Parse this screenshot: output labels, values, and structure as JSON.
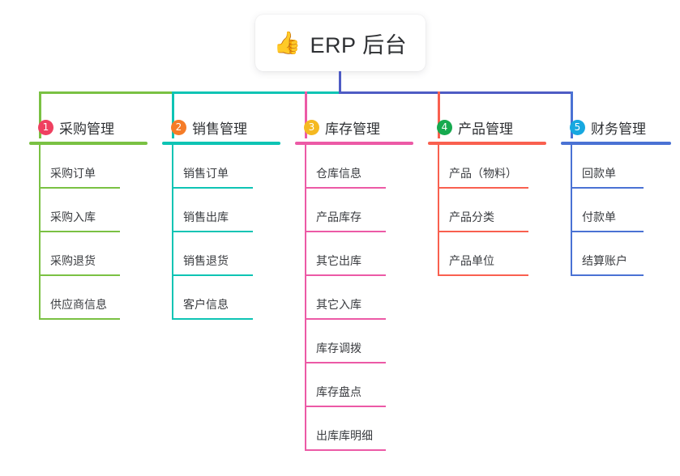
{
  "root": {
    "icon": "thumbs-up-icon",
    "emoji": "👍",
    "title": "ERP 后台"
  },
  "theme": {
    "canvas_bg": "#eff8ea",
    "page_bg": "#ffffff",
    "card_bg": "#ffffff",
    "title_text": "#2e3033",
    "stem_color": "#4e5bc4"
  },
  "columns": [
    {
      "number": "1",
      "title": "采购管理",
      "badge_color": "#ef4060",
      "line_color": "#7ac143",
      "items": [
        "采购订单",
        "采购入库",
        "采购退货",
        "供应商信息"
      ]
    },
    {
      "number": "2",
      "title": "销售管理",
      "badge_color": "#f57c28",
      "line_color": "#0ec4b4",
      "items": [
        "销售订单",
        "销售出库",
        "销售退货",
        "客户信息"
      ]
    },
    {
      "number": "3",
      "title": "库存管理",
      "badge_color": "#f5b921",
      "line_color": "#ec5aa6",
      "items": [
        "仓库信息",
        "产品库存",
        "其它出库",
        "其它入库",
        "库存调拨",
        "库存盘点",
        "出库库明细"
      ]
    },
    {
      "number": "4",
      "title": "产品管理",
      "badge_color": "#16aa4f",
      "line_color": "#f9604f",
      "items": [
        "产品（物料）",
        "产品分类",
        "产品单位"
      ]
    },
    {
      "number": "5",
      "title": "财务管理",
      "badge_color": "#17a8e0",
      "line_color": "#4a72d4",
      "items": [
        "回款单",
        "付款单",
        "结算账户"
      ]
    }
  ]
}
